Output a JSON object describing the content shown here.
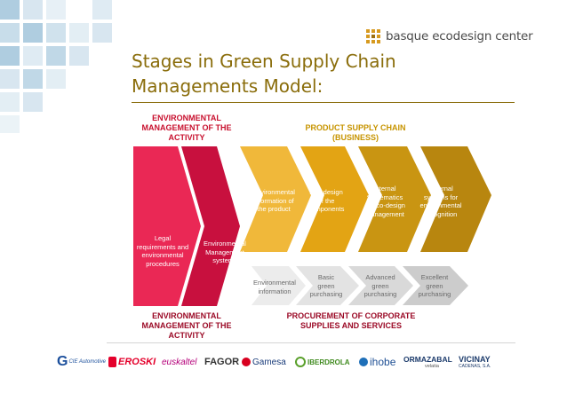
{
  "brand": {
    "name": "basque ecodesign center",
    "icon": "ecodesign-logo-icon"
  },
  "title_lines": [
    "Stages in Green Supply Chain",
    "Managements Model:"
  ],
  "headers": {
    "env_top": [
      "ENVIRONMENTAL",
      "MANAGEMENT OF THE",
      "ACTIVITY"
    ],
    "product_chain": [
      "PRODUCT SUPPLY CHAIN",
      "(BUSINESS)"
    ],
    "env_bottom": [
      "ENVIRONMENTAL",
      "MANAGEMENT OF THE",
      "ACTIVITY"
    ],
    "procurement": [
      "PROCUREMENT OF CORPORATE",
      "SUPPLIES AND SERVICES"
    ]
  },
  "stages": {
    "legal": [
      "Legal",
      "requirements and",
      "environmental",
      "procedures"
    ],
    "ems": [
      "Environmental",
      "Management",
      "systems"
    ],
    "product": [
      [
        "Environmental",
        "information of",
        "the product"
      ],
      [
        "Eco-design",
        "of the",
        "components"
      ],
      [
        "Internal",
        "Systematics",
        "of Eco-design",
        "management"
      ],
      [
        "External",
        "systems for",
        "environmental",
        "recognition"
      ]
    ],
    "procurement": [
      [
        "Environmental",
        "information"
      ],
      [
        "Basic",
        "green",
        "purchasing"
      ],
      [
        "Advanced",
        "green",
        "purchasing"
      ],
      [
        "Excellent",
        "green",
        "purchasing"
      ]
    ]
  },
  "logos": {
    "cie": "CIE Automotive",
    "eroski": "EROSKI",
    "euskaltel": "euskaltel",
    "fagor": "FAGOR",
    "gamesa": "Gamesa",
    "iberdrola": "IBERDROLA",
    "ihobe": "ihobe",
    "ormazabal": "ORMAZABAL",
    "ormazabal_sub": "velatia",
    "vicinay": "VICINAY",
    "vicinay_sub": "CADENAS, S.A."
  },
  "colors": {
    "title": "#8a6d0b",
    "red1": "#ea2855",
    "red2": "#c8103e",
    "gold1": "#f0b83a",
    "gold2": "#e3a414",
    "gold3": "#c99512",
    "gold4": "#b8860f",
    "gray": "#d4d4d4"
  }
}
